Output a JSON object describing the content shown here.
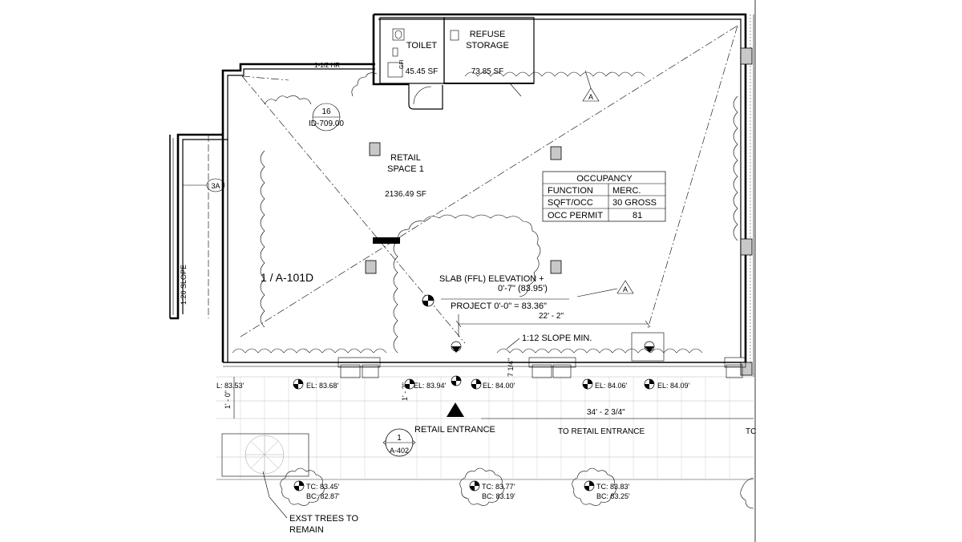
{
  "rooms": {
    "toilet": {
      "name": "TOILET",
      "area": "45.45 SF",
      "gfi": "GFI"
    },
    "refuse": {
      "name_line1": "REFUSE",
      "name_line2": "STORAGE",
      "area": "73.85 SF"
    },
    "retail": {
      "name_line1": "RETAIL",
      "name_line2": "SPACE 1",
      "area": "2136.49 SF"
    }
  },
  "rating_label": "1-1/2 HR",
  "tags": {
    "detail16": {
      "number": "16",
      "sheet": "ID-709.00"
    },
    "tag3a": "3A",
    "tagA_top": "A",
    "tagA_mid": "A",
    "view_ref": "1 / A-101D",
    "section": {
      "number": "1",
      "sheet": "A-402"
    }
  },
  "occupancy": {
    "title": "OCCUPANCY",
    "rows": [
      {
        "label": "FUNCTION",
        "value": "MERC."
      },
      {
        "label": "SQFT/OCC",
        "value": "30 GROSS"
      },
      {
        "label": "OCC PERMIT",
        "value": "81"
      }
    ]
  },
  "slab": {
    "line1": "SLAB (FFL) ELEVATION +",
    "line2": "0'-7\" (83.95')",
    "line3": "PROJECT 0'-0\" = 83.36\""
  },
  "dims": {
    "d1": "22' - 2\"",
    "slope": "1:12 SLOPE MIN.",
    "d2": "7 1/4\"",
    "d3": "34' - 2 3/4\"",
    "d4": "1' - 2\"",
    "d5": "1' - 0\"",
    "side_text": "1:20 SLOPE"
  },
  "elevations": [
    "L: 83.53'",
    "EL: 83.68'",
    "EL: 83.94'",
    "EL: 84.00'",
    "EL: 84.06'",
    "EL: 84.09'"
  ],
  "entrances": {
    "main": "RETAIL ENTRANCE",
    "to": "TO RETAIL ENTRANCE",
    "cut": "TC"
  },
  "trees": [
    {
      "tc": "TC: 83.45'",
      "bc": "BC: 82.87'"
    },
    {
      "tc": "TC: 83.77'",
      "bc": "BC: 83.19'"
    },
    {
      "tc": "TC: 83.83'",
      "bc": "BC: 83.25'"
    }
  ],
  "note": {
    "line1": "EXST TREES TO",
    "line2": "REMAIN"
  }
}
